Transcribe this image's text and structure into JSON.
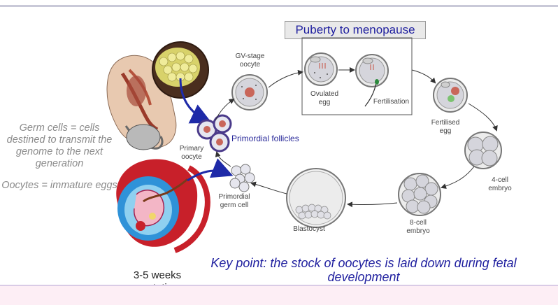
{
  "header": {
    "title": "Oocyte and follicle lifecycle"
  },
  "side_notes": {
    "germ_cells": "Germ cells = cells destined to transmit the genome to the next generation",
    "oocytes": "Oocytes = immature eggs"
  },
  "puberty_label": "Puberty to menopause",
  "stages": {
    "gv_oocyte": [
      "GV-stage",
      "oocyte"
    ],
    "ovulated_egg": [
      "Ovulated",
      "egg"
    ],
    "fertilisation": "Fertilisation",
    "fertilised_egg": [
      "Fertilised",
      "egg"
    ],
    "four_cell": [
      "4-cell",
      "embryo"
    ],
    "eight_cell": [
      "8-cell",
      "embryo"
    ],
    "blastocyst": "Blastocyst",
    "primordial_germ": [
      "Primordial",
      "germ cell"
    ],
    "primary_oocyte": [
      "Primary",
      "oocyte"
    ],
    "primordial_follicles": "Primordial follicles"
  },
  "key_point": "Key point: the stock of oocytes is laid down during fetal development",
  "gestation": [
    "3-5 weeks",
    "gestation"
  ],
  "colors": {
    "accent_blue": "#1f1f9f",
    "arrow_blue": "#1e2aa8",
    "oocyte_red": "#c9665a",
    "fetal_red": "#c8202a",
    "ovary_yellow": "#e8e28a"
  }
}
